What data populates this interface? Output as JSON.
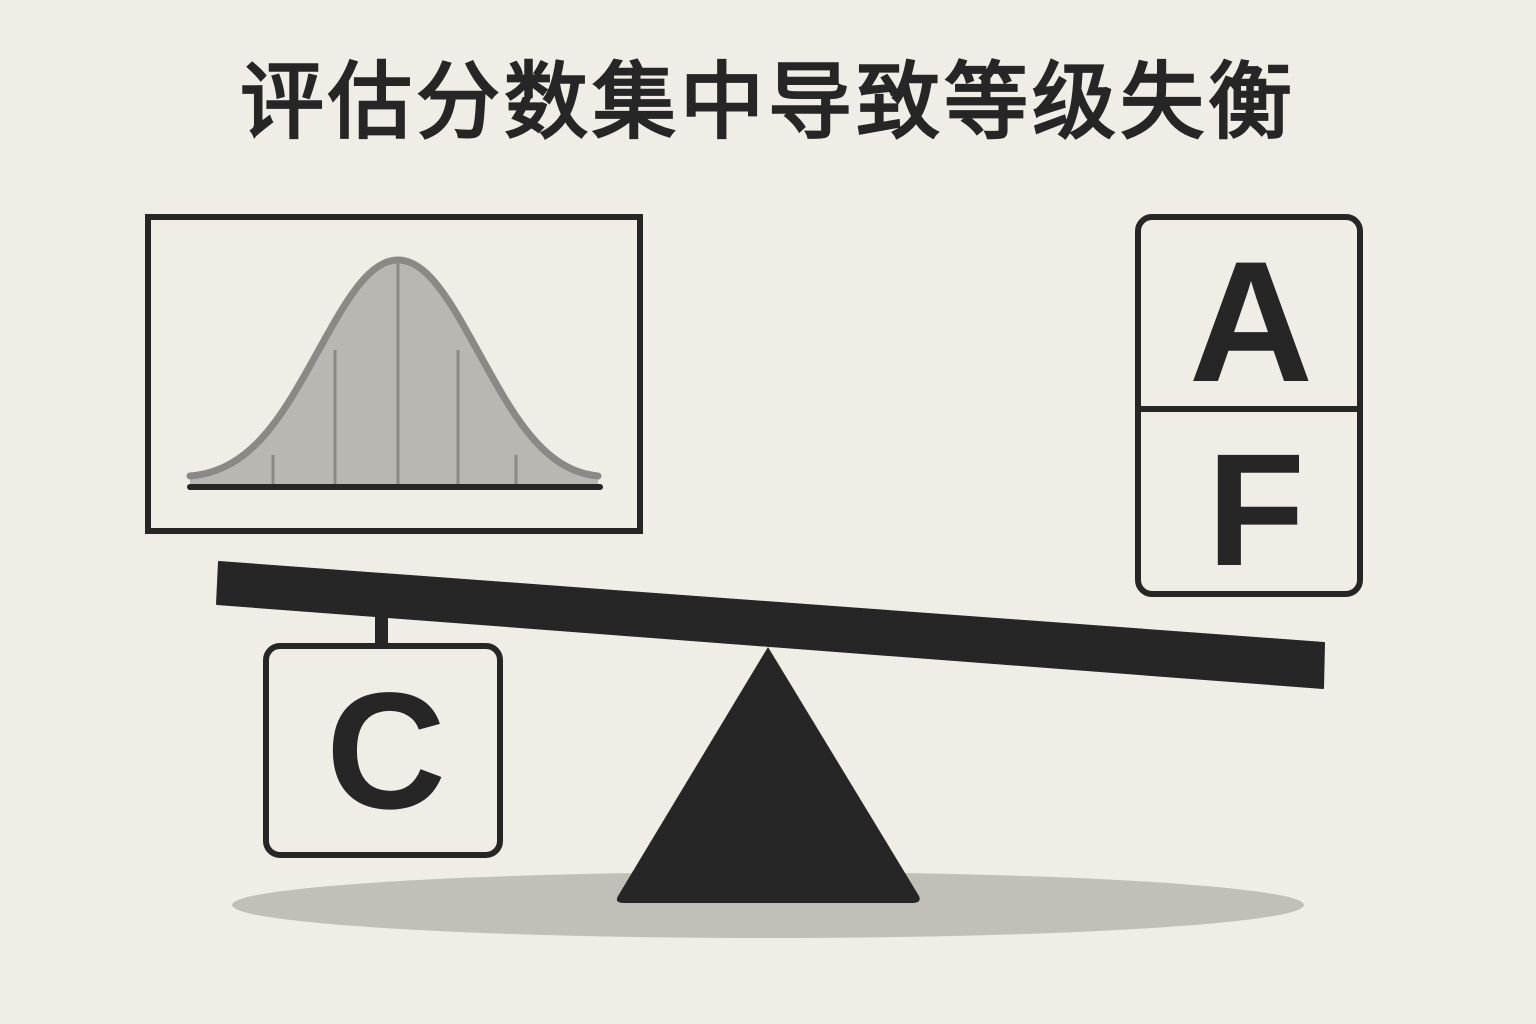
{
  "title": "评估分数集中导致等级失衡",
  "colors": {
    "background": "#efede6",
    "ink": "#262626",
    "curve_fill": "#b9b7b1",
    "curve_stroke": "#8a8985",
    "shadow": "#c2bfb8"
  },
  "distribution_panel": {
    "icon": "bell-curve-icon",
    "description_type": "normal distribution"
  },
  "grades": {
    "top_upper": "A",
    "top_lower": "F",
    "hanging": "C"
  }
}
